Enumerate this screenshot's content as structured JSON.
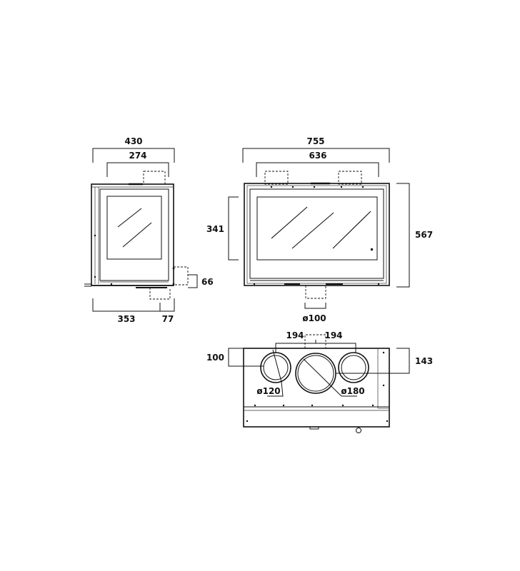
{
  "dimensions": {
    "side_width": "430",
    "side_inner_width": "274",
    "side_depth": "353",
    "side_offset": "77",
    "side_height_small": "66",
    "front_width": "755",
    "front_inner_width": "636",
    "front_height": "567",
    "front_glass_height": "341",
    "front_outlet_diameter": "ø100",
    "top_spacing_left": "194",
    "top_spacing_right": "194",
    "top_depth_left": "100",
    "top_depth_right": "143",
    "top_duct_small": "ø120",
    "top_duct_large": "ø180"
  }
}
